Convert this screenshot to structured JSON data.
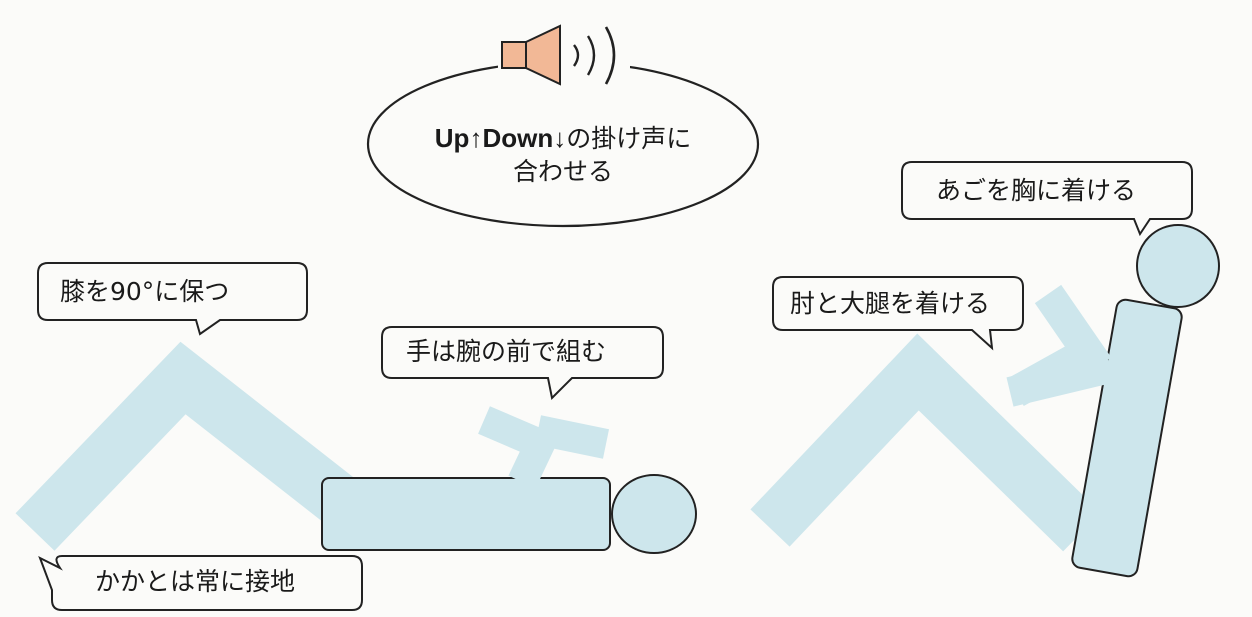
{
  "colors": {
    "figure": "#cde6ec",
    "outline": "#222222",
    "speaker": "#f2b896",
    "background": "#fbfbf9"
  },
  "icons": {
    "speaker": "speaker-icon"
  },
  "speech": {
    "cue_en": "Up↑Down↓",
    "cue_jp": "の掛け声に",
    "line2": "合わせる"
  },
  "labels": {
    "knee": "膝を90°に保つ",
    "hands": "手は腕の前で組む",
    "heels": "かかとは常に接地",
    "chin": "あごを胸に着ける",
    "elbow": "肘と大腿を着ける"
  }
}
